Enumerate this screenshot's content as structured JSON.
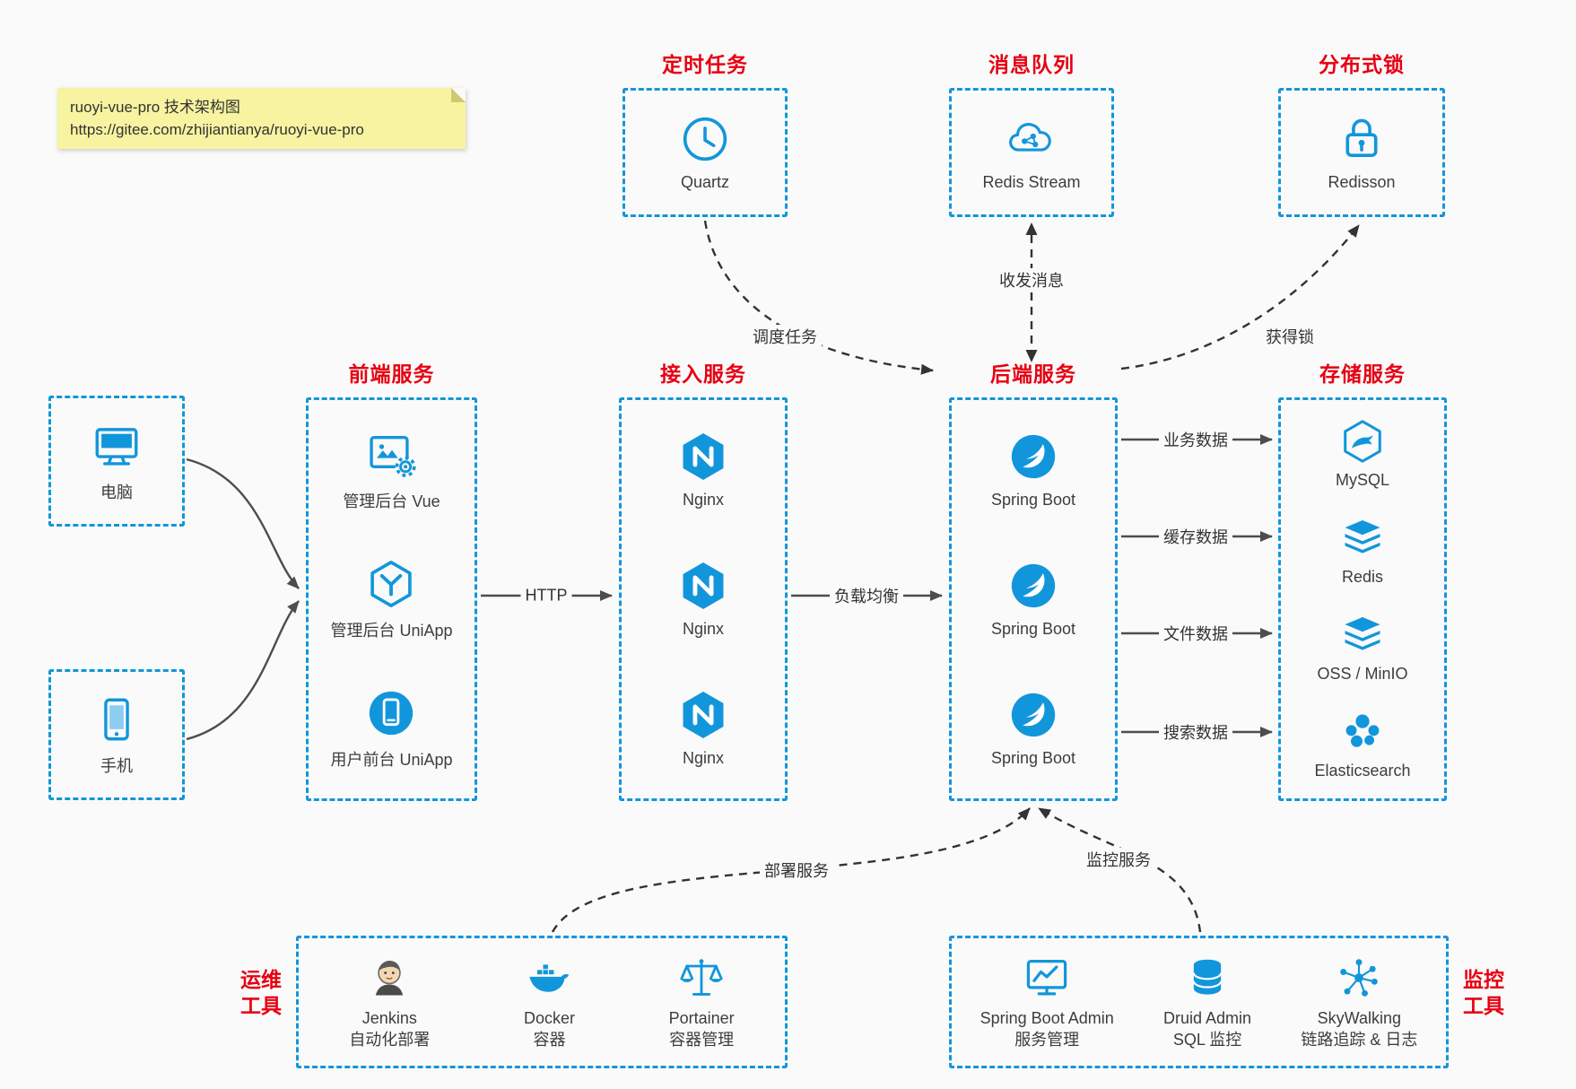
{
  "note": {
    "line1": "ruoyi-vue-pro 技术架构图",
    "line2": "https://gitee.com/zhijiantianya/ruoyi-vue-pro"
  },
  "sections": {
    "scheduled": {
      "title": "定时任务",
      "node": "Quartz"
    },
    "mq": {
      "title": "消息队列",
      "node": "Redis Stream"
    },
    "lock": {
      "title": "分布式锁",
      "node": "Redisson"
    },
    "clients": {
      "computer": "电脑",
      "phone": "手机"
    },
    "frontend": {
      "title": "前端服务",
      "items": [
        "管理后台 Vue",
        "管理后台 UniApp",
        "用户前台 UniApp"
      ]
    },
    "gateway": {
      "title": "接入服务",
      "items": [
        "Nginx",
        "Nginx",
        "Nginx"
      ]
    },
    "backend": {
      "title": "后端服务",
      "items": [
        "Spring Boot",
        "Spring Boot",
        "Spring Boot"
      ]
    },
    "storage": {
      "title": "存储服务",
      "items": [
        "MySQL",
        "Redis",
        "OSS / MinIO",
        "Elasticsearch"
      ]
    },
    "ops": {
      "title_line1": "运维",
      "title_line2": "工具",
      "items": [
        {
          "name": "Jenkins",
          "desc": "自动化部署"
        },
        {
          "name": "Docker",
          "desc": "容器"
        },
        {
          "name": "Portainer",
          "desc": "容器管理"
        }
      ]
    },
    "monitor": {
      "title_line1": "监控",
      "title_line2": "工具",
      "items": [
        {
          "name": "Spring Boot Admin",
          "desc": "服务管理"
        },
        {
          "name": "Druid Admin",
          "desc": "SQL 监控"
        },
        {
          "name": "SkyWalking",
          "desc": "链路追踪 & 日志"
        }
      ]
    }
  },
  "edges": {
    "schedule": "调度任务",
    "message": "收发消息",
    "lock": "获得锁",
    "http": "HTTP",
    "load_balance": "负载均衡",
    "business": "业务数据",
    "cache": "缓存数据",
    "file": "文件数据",
    "search": "搜索数据",
    "deploy": "部署服务",
    "monitor": "监控服务"
  },
  "colors": {
    "blue": "#1296db",
    "red": "#e60012",
    "arrow_gray": "#4d4d4d",
    "dashed_dark": "#333333",
    "note_bg": "#f7f3a0",
    "background": "#fafafa"
  }
}
